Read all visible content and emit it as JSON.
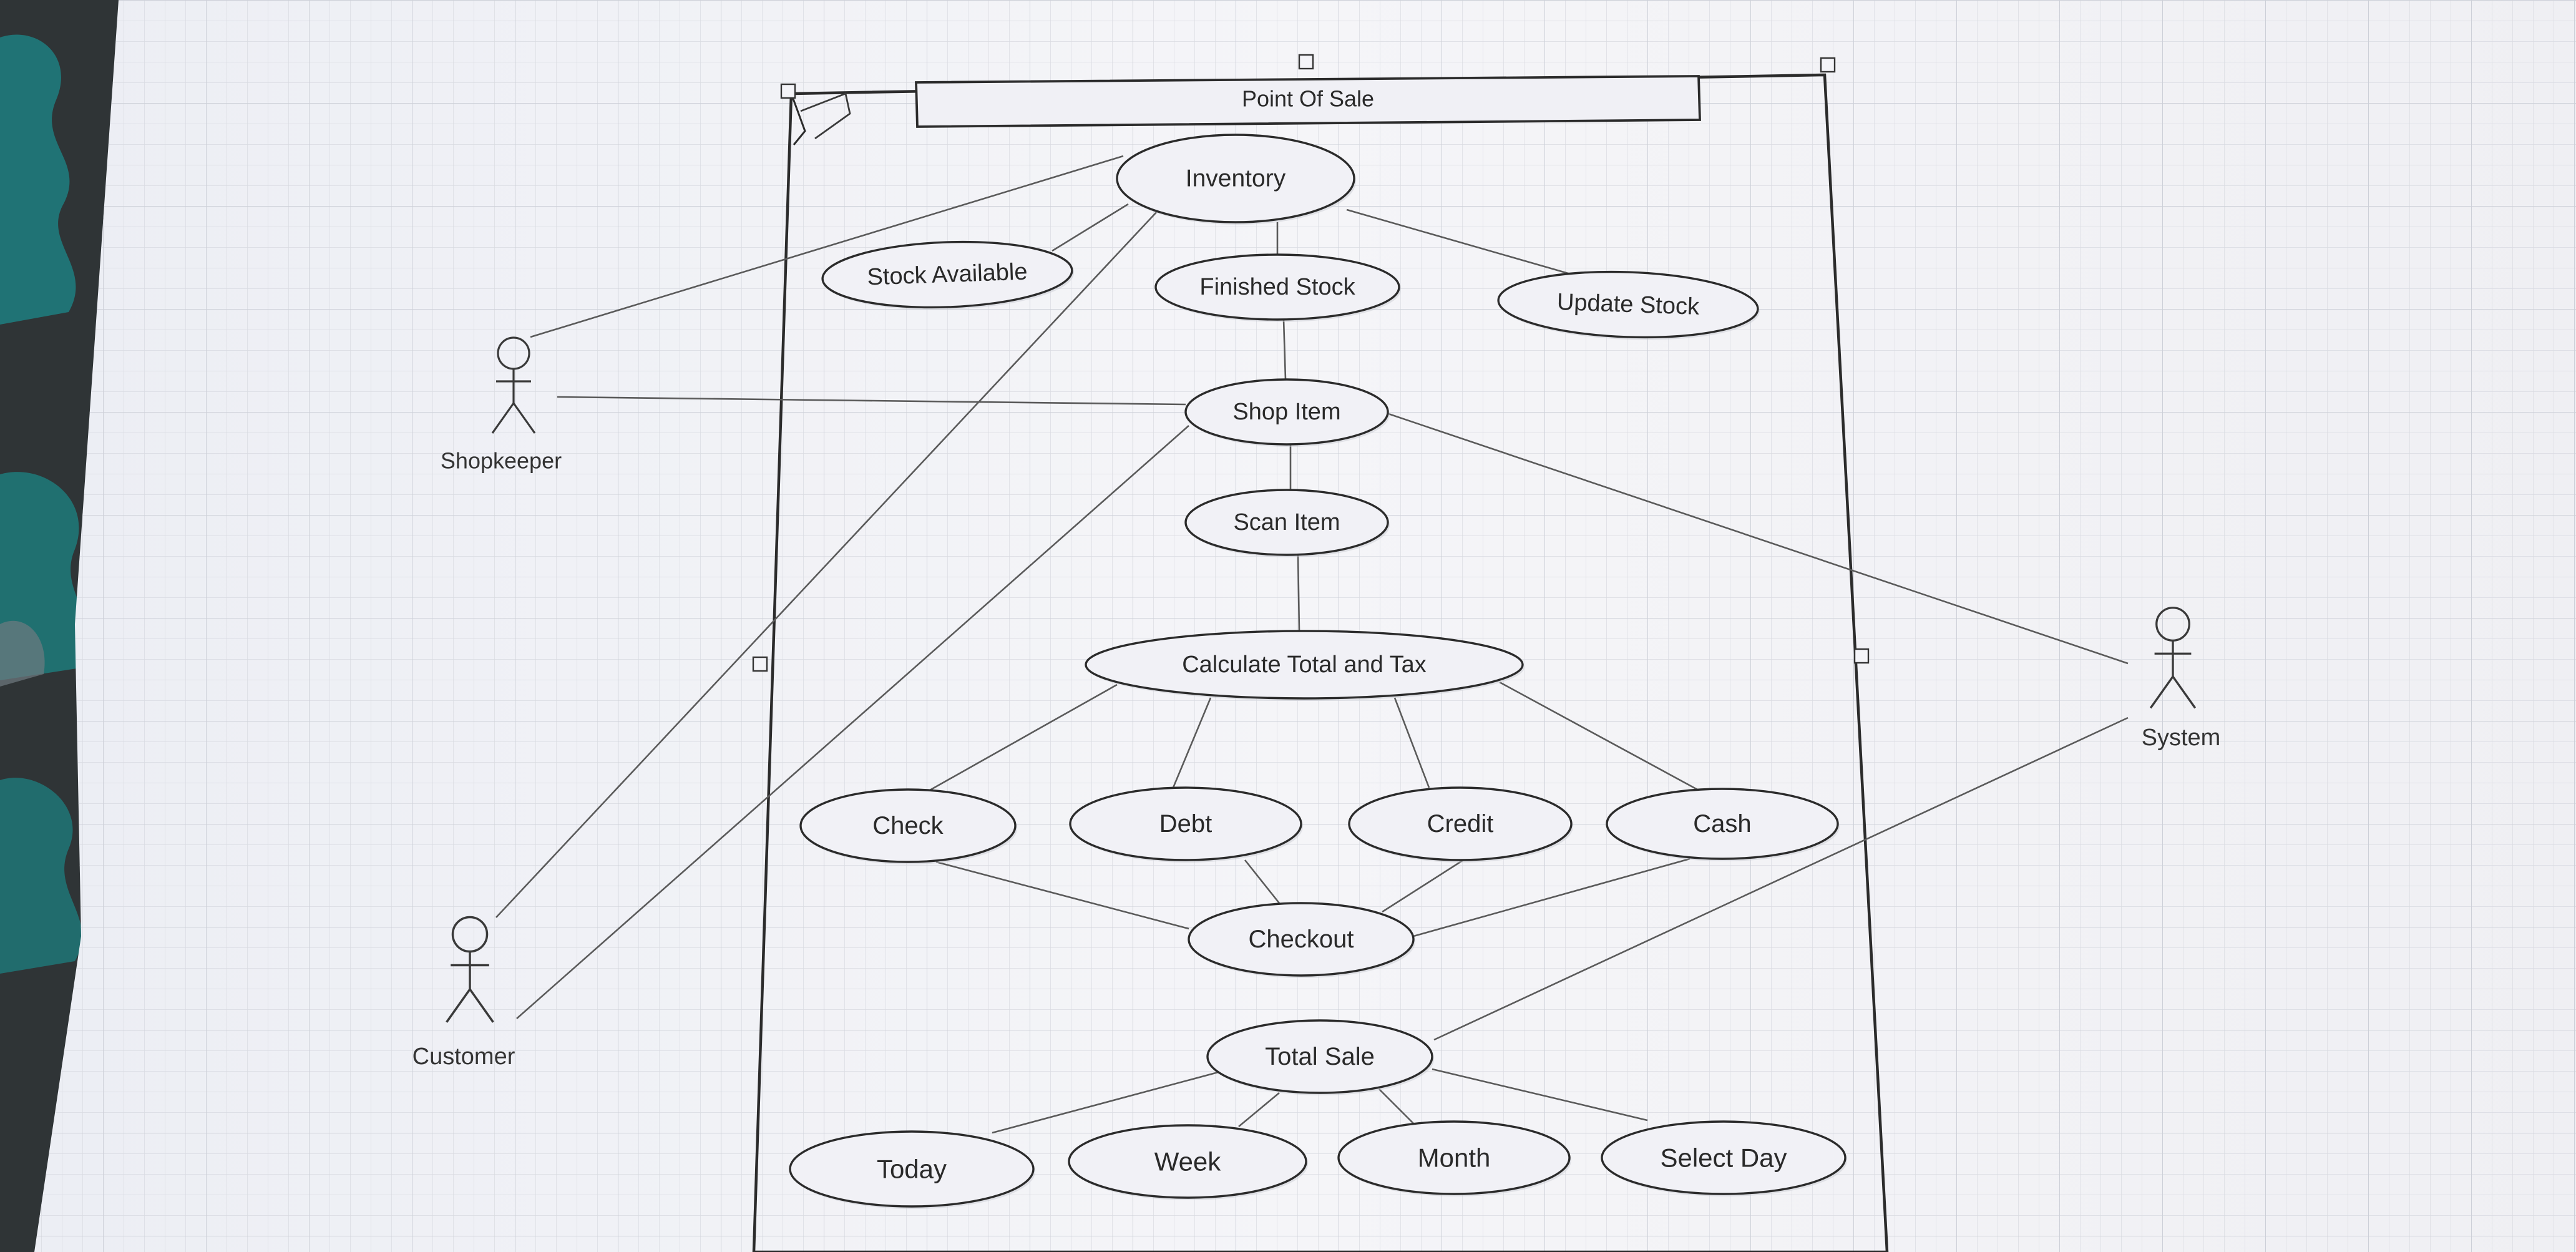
{
  "diagram": {
    "title": "Point Of Sale",
    "actors": [
      {
        "id": "shopkeeper",
        "label": "Shopkeeper"
      },
      {
        "id": "customer",
        "label": "Customer"
      },
      {
        "id": "system",
        "label": "System"
      }
    ],
    "use_cases": [
      {
        "id": "inventory",
        "label": "Inventory"
      },
      {
        "id": "stock-available",
        "label": "Stock Available"
      },
      {
        "id": "finished-stock",
        "label": "Finished Stock"
      },
      {
        "id": "update-stock",
        "label": "Update Stock"
      },
      {
        "id": "shop-item",
        "label": "Shop Item"
      },
      {
        "id": "scan-item",
        "label": "Scan Item"
      },
      {
        "id": "calculate-total-and-tax",
        "label": "Calculate Total and Tax"
      },
      {
        "id": "check",
        "label": "Check"
      },
      {
        "id": "debt",
        "label": "Debt"
      },
      {
        "id": "credit",
        "label": "Credit"
      },
      {
        "id": "cash",
        "label": "Cash"
      },
      {
        "id": "checkout",
        "label": "Checkout"
      },
      {
        "id": "total-sale",
        "label": "Total Sale"
      },
      {
        "id": "today",
        "label": "Today"
      },
      {
        "id": "week",
        "label": "Week"
      },
      {
        "id": "month",
        "label": "Month"
      },
      {
        "id": "select-day",
        "label": "Select Day"
      }
    ],
    "associations": [
      [
        "shopkeeper",
        "inventory"
      ],
      [
        "shopkeeper",
        "shop-item"
      ],
      [
        "customer",
        "inventory"
      ],
      [
        "customer",
        "shop-item"
      ],
      [
        "system",
        "shop-item"
      ],
      [
        "system",
        "total-sale"
      ],
      [
        "inventory",
        "stock-available"
      ],
      [
        "inventory",
        "finished-stock"
      ],
      [
        "inventory",
        "update-stock"
      ],
      [
        "finished-stock",
        "shop-item"
      ],
      [
        "shop-item",
        "scan-item"
      ],
      [
        "scan-item",
        "calculate-total-and-tax"
      ],
      [
        "calculate-total-and-tax",
        "check"
      ],
      [
        "calculate-total-and-tax",
        "debt"
      ],
      [
        "calculate-total-and-tax",
        "credit"
      ],
      [
        "calculate-total-and-tax",
        "cash"
      ],
      [
        "check",
        "checkout"
      ],
      [
        "debt",
        "checkout"
      ],
      [
        "credit",
        "checkout"
      ],
      [
        "cash",
        "checkout"
      ],
      [
        "total-sale",
        "today"
      ],
      [
        "total-sale",
        "week"
      ],
      [
        "total-sale",
        "month"
      ],
      [
        "total-sale",
        "select-day"
      ]
    ]
  },
  "colors": {
    "paper": "#f4f4f8",
    "grid": "#d4d6de",
    "ink": "#2b2b2b",
    "backdrop": "#2f3436"
  }
}
